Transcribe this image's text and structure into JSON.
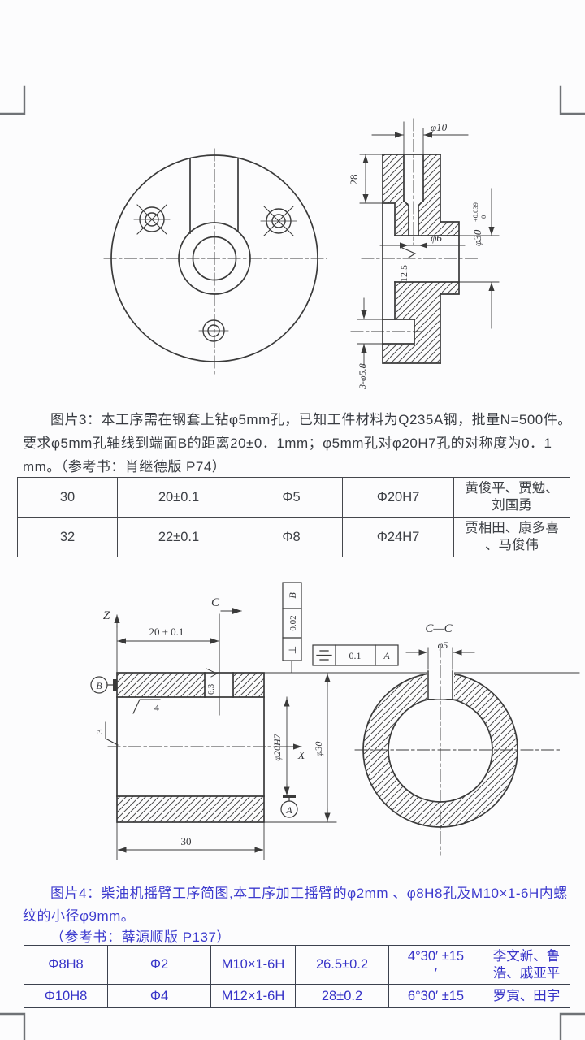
{
  "figure3": {
    "caption": {
      "line1": "图片3：本工序需在钢套上钻φ5mm孔，已知工件材料为Q235A钢，批量N=500件。",
      "line2": "要求φ5mm孔轴线到端面B的距离20±0．1mm；φ5mm孔对φ20H7孔的对称度为0．1",
      "line3": "mm。（参考书：肖继德版  P74）"
    },
    "drawing": {
      "dim_d10": "φ10",
      "dim_28": "28",
      "dim_d30": "φ30",
      "dim_d30_sup": "+0.039",
      "dim_d30_sub": "0",
      "dim_d6": "φ6",
      "rough_12_5": "12.5",
      "dim_holes": "3-φ5.8"
    },
    "table": {
      "rows": [
        [
          "30",
          "20±0.1",
          "Φ5",
          "Φ20H7",
          "黄俊平、贾勉、\n刘国勇"
        ],
        [
          "32",
          "22±0.1",
          "Φ8",
          "Φ24H7",
          "贾相田、康多喜\n、马俊伟"
        ]
      ]
    }
  },
  "figure4": {
    "caption": {
      "line1": "图片4：柴油机摇臂工序简图,本工序加工摇臂的φ2mm 、φ8H8孔及M10×1-6H内螺",
      "line2": "纹的小径φ9mm。",
      "line3": "（参考书：薛源顺版  P137）"
    },
    "drawing": {
      "axis_z": "Z",
      "axis_x": "X",
      "dim_20": "20 ± 0.1",
      "datum_b": "B",
      "datum_a": "A",
      "fcf_perp": {
        "symbol": "⊥",
        "tol": "0.02",
        "datum": "B"
      },
      "fcf_sym": {
        "tol": "0.1",
        "datum": "A"
      },
      "rough_3": "3",
      "rough_4": "4",
      "rough_63": "6.3",
      "dim_d20h7": "φ20H7",
      "dim_d30": "φ30",
      "dim_30": "30",
      "section_c": "C",
      "section_title": "C—C",
      "dim_d5": "φ5"
    },
    "table": {
      "rows": [
        [
          "Φ8H8",
          "Φ2",
          "M10×1-6H",
          "26.5±0.2",
          "4°30′ ±15\n′",
          "李文新、鲁\n浩、戚亚平"
        ],
        [
          "Φ10H8",
          "Φ4",
          "M12×1-6H",
          "28±0.2",
          "6°30′ ±15",
          "罗寅、田宇"
        ]
      ]
    }
  }
}
